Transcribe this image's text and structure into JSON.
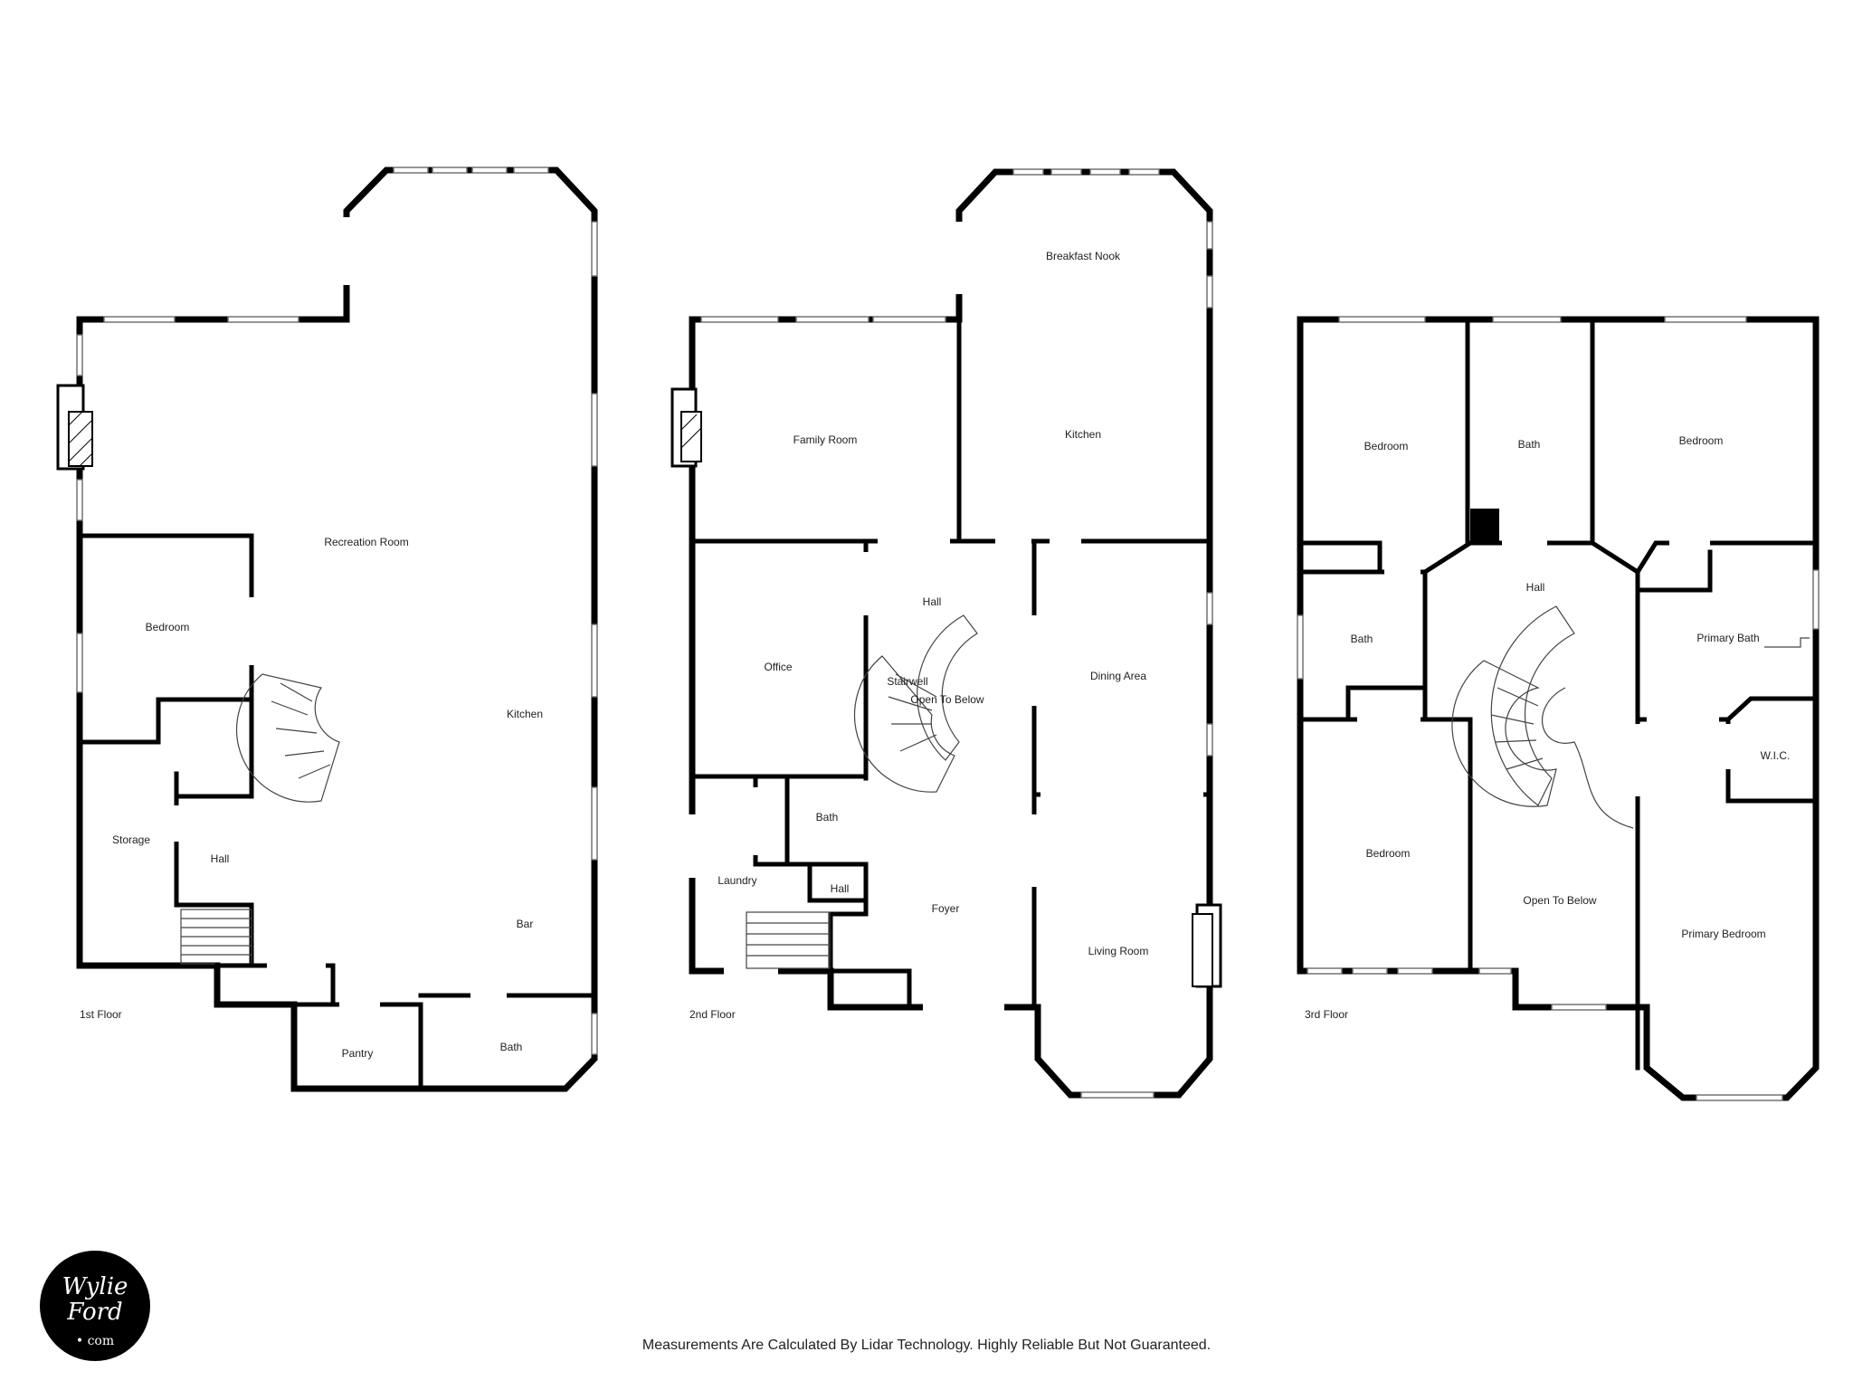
{
  "floors": [
    {
      "label": "1st Floor",
      "rooms": [
        "Recreation Room",
        "Bedroom",
        "Kitchen",
        "Storage",
        "Hall",
        "Bar",
        "Pantry",
        "Bath"
      ]
    },
    {
      "label": "2nd Floor",
      "rooms": [
        "Breakfast Nook",
        "Family Room",
        "Kitchen",
        "Office",
        "Hall",
        "Stairwell",
        "Open To Below",
        "Dining Area",
        "Bath",
        "Laundry",
        "Hall",
        "Foyer",
        "Living Room"
      ]
    },
    {
      "label": "3rd Floor",
      "rooms": [
        "Bedroom",
        "Bath",
        "Bedroom",
        "Hall",
        "Bath",
        "Primary Bath",
        "W.I.C.",
        "Bedroom",
        "Open To Below",
        "Primary Bedroom"
      ]
    }
  ],
  "disclaimer": "Measurements Are Calculated By Lidar Technology. Highly Reliable But Not Guaranteed.",
  "logo": {
    "text": "Wylie Ford .com",
    "color": "#000000"
  },
  "colors": {
    "wall": "#000000",
    "background": "#ffffff"
  }
}
